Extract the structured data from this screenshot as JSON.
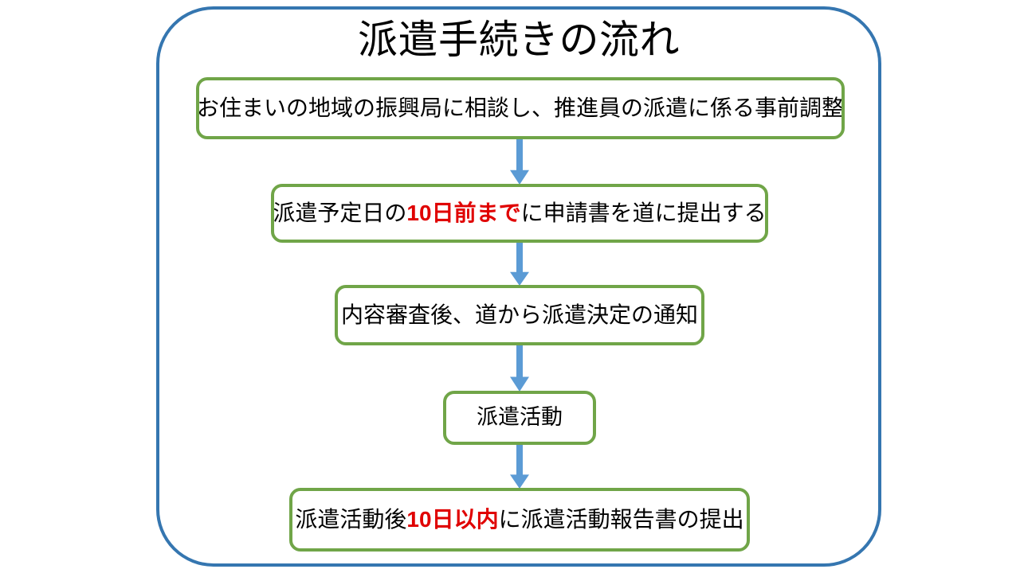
{
  "page": {
    "title": "派遣手続きの流れ",
    "background_color": "#FFFFFF"
  },
  "frame": {
    "name": "outer-rounded-frame",
    "border_color": "#3576B0"
  },
  "colors": {
    "frame_blue": "#3576B0",
    "box_green": "#70A548",
    "arrow_blue": "#5B9BD5",
    "highlight_red": "#E00000",
    "text_black": "#000000"
  },
  "flow": {
    "steps": [
      {
        "id": "step-1",
        "order": 1,
        "text": "お住まいの地域の振興局に相談し、推進員の派遣に係る事前調整",
        "parts": [
          {
            "text": "お住まいの地域の振興局に相談し、推進員の派遣に係る事前調整",
            "highlight": false
          }
        ]
      },
      {
        "id": "step-2",
        "order": 2,
        "text": "派遣予定日の10日前までに申請書を道に提出する",
        "parts": [
          {
            "text": "派遣予定日の",
            "highlight": false
          },
          {
            "text": "10日前まで",
            "highlight": true
          },
          {
            "text": "に申請書を道に提出する",
            "highlight": false
          }
        ]
      },
      {
        "id": "step-3",
        "order": 3,
        "text": "内容審査後、道から派遣決定の通知",
        "parts": [
          {
            "text": "内容審査後、道から派遣決定の通知",
            "highlight": false
          }
        ]
      },
      {
        "id": "step-4",
        "order": 4,
        "text": "派遣活動",
        "parts": [
          {
            "text": "派遣活動",
            "highlight": false
          }
        ]
      },
      {
        "id": "step-5",
        "order": 5,
        "text": "派遣活動後10日以内に派遣活動報告書の提出",
        "parts": [
          {
            "text": "派遣活動後",
            "highlight": false
          },
          {
            "text": "10日以内",
            "highlight": true
          },
          {
            "text": "に派遣活動報告書の提出",
            "highlight": false
          }
        ]
      }
    ],
    "connectors": [
      {
        "id": "arrow-1",
        "from": "step-1",
        "to": "step-2",
        "direction": "down"
      },
      {
        "id": "arrow-2",
        "from": "step-2",
        "to": "step-3",
        "direction": "down"
      },
      {
        "id": "arrow-3",
        "from": "step-3",
        "to": "step-4",
        "direction": "down"
      },
      {
        "id": "arrow-4",
        "from": "step-4",
        "to": "step-5",
        "direction": "down"
      }
    ]
  }
}
